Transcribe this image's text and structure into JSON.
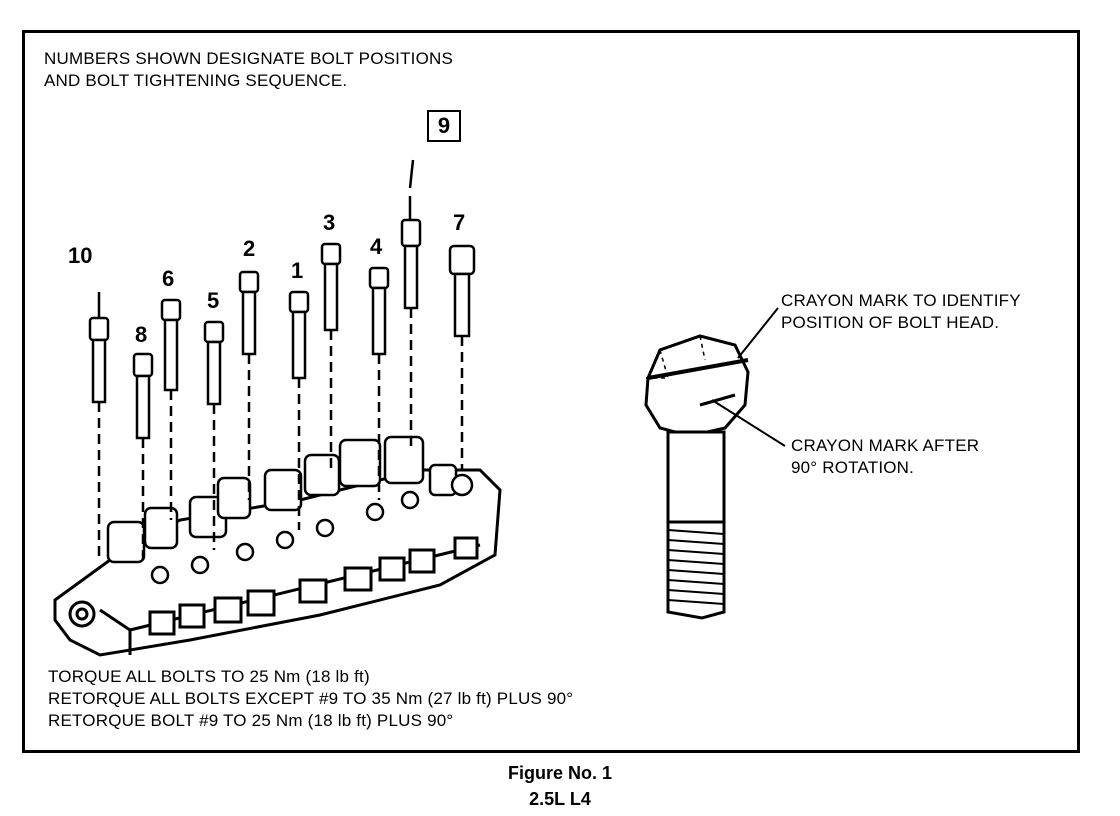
{
  "header_note": {
    "line1": "NUMBERS SHOWN DESIGNATE BOLT POSITIONS",
    "line2": "AND BOLT TIGHTENING SEQUENCE."
  },
  "bolt_labels": {
    "b1": "1",
    "b2": "2",
    "b3": "3",
    "b4": "4",
    "b5": "5",
    "b6": "6",
    "b7": "7",
    "b8": "8",
    "b9": "9",
    "b10": "10"
  },
  "callouts": {
    "mark_identify_line1": "CRAYON MARK TO IDENTIFY",
    "mark_identify_line2": "POSITION OF BOLT HEAD.",
    "mark_after_line1": "CRAYON MARK AFTER",
    "mark_after_line2": "90° ROTATION."
  },
  "torque_notes": {
    "line1": "TORQUE ALL BOLTS TO 25 Nm (18 lb ft)",
    "line2": "RETORQUE ALL BOLTS EXCEPT #9 TO 35 Nm (27 lb ft) PLUS 90°",
    "line3": "RETORQUE BOLT #9 TO 25 Nm (18 lb ft) PLUS 90°"
  },
  "caption": {
    "figure": "Figure No. 1",
    "engine": "2.5L  L4"
  }
}
